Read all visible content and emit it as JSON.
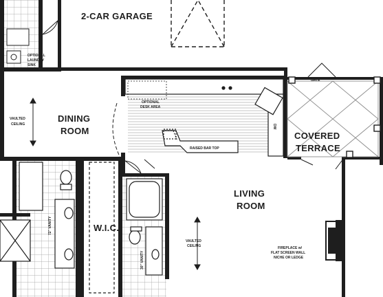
{
  "rooms": {
    "garage": "2-CAR GARAGE",
    "dining_1": "DINING",
    "dining_2": "ROOM",
    "terrace_1": "COVERED",
    "terrace_2": "TERRACE",
    "living_1": "LIVING",
    "living_2": "ROOM",
    "wic": "W.I.C."
  },
  "notes": {
    "laundry_1": "OPTIONAL",
    "laundry_2": "LAUNDRY",
    "laundry_3": "SINK",
    "desk_1": "OPTIONAL",
    "desk_2": "DESK AREA",
    "bar_top": "RAISED BAR TOP",
    "gate": "GATE",
    "dw": "DW",
    "vaulted_dining_1": "VAULTED",
    "vaulted_dining_2": "CEILING",
    "vaulted_living_1": "VAULTED",
    "vaulted_living_2": "CEILING",
    "fireplace_1": "FIREPLACE w/",
    "fireplace_2": "FLAT SCREEN WALL",
    "fireplace_3": "NICHE OR LEDGE",
    "vanity_72": "72\" VANITY",
    "vanity_30": "30\" VANITY"
  },
  "colors": {
    "wall": "#1e1e1e",
    "tile": "#9a9a9a",
    "background": "#ffffff"
  }
}
